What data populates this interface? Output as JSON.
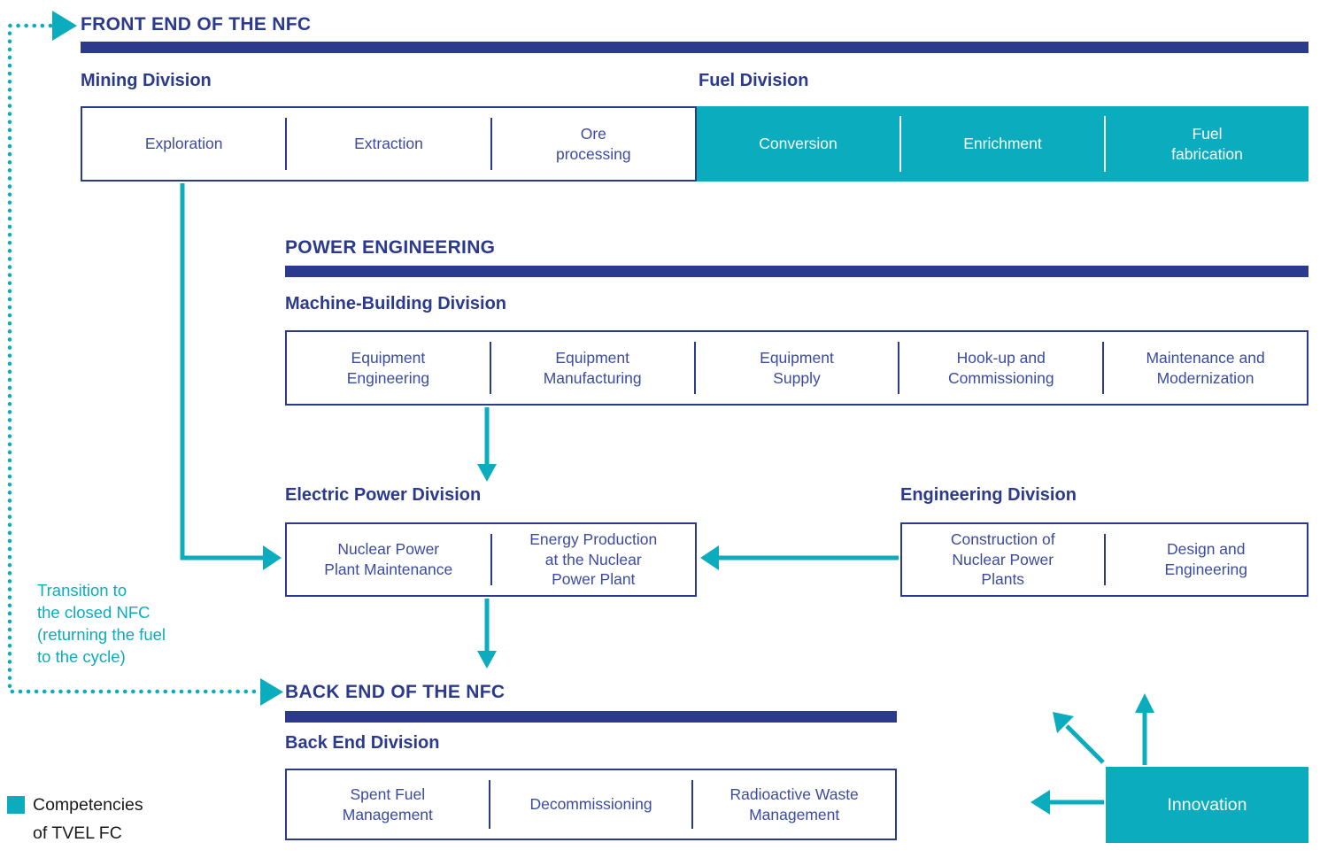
{
  "colors": {
    "navy": "#2B3A8C",
    "teal": "#0BACBD",
    "cell_text": "#3C4BA0",
    "legend_text": "#1A1A1A"
  },
  "sections": {
    "front_end": {
      "title": "FRONT END OF THE NFC",
      "mining": {
        "heading": "Mining Division",
        "cells": [
          "Exploration",
          "Extraction",
          "Ore\nprocessing"
        ]
      },
      "fuel": {
        "heading": "Fuel Division",
        "cells": [
          "Conversion",
          "Enrichment",
          "Fuel\nfabrication"
        ]
      }
    },
    "power_engineering": {
      "title": "POWER ENGINEERING",
      "machine_building": {
        "heading": "Machine-Building Division",
        "cells": [
          "Equipment\nEngineering",
          "Equipment\nManufacturing",
          "Equipment\nSupply",
          "Hook-up and\nCommissioning",
          "Maintenance and\nModernization"
        ]
      },
      "electric_power": {
        "heading": "Electric Power Division",
        "cells": [
          "Nuclear Power\nPlant Maintenance",
          "Energy Production\nat the Nuclear\nPower Plant"
        ]
      },
      "engineering": {
        "heading": "Engineering Division",
        "cells": [
          "Construction of\nNuclear Power\nPlants",
          "Design and\nEngineering"
        ]
      }
    },
    "back_end": {
      "title": "BACK END OF THE NFC",
      "division": {
        "heading": "Back End Division",
        "cells": [
          "Spent Fuel\nManagement",
          "Decommissioning",
          "Radioactive Waste\nManagement"
        ]
      }
    }
  },
  "annotations": {
    "transition_note": "Transition to\nthe closed NFC\n(returning the fuel\nto the cycle)",
    "innovation_label": "Innovation"
  },
  "legend": {
    "label": "Competencies\nof TVEL FC",
    "swatch_color": "#0BACBD"
  }
}
